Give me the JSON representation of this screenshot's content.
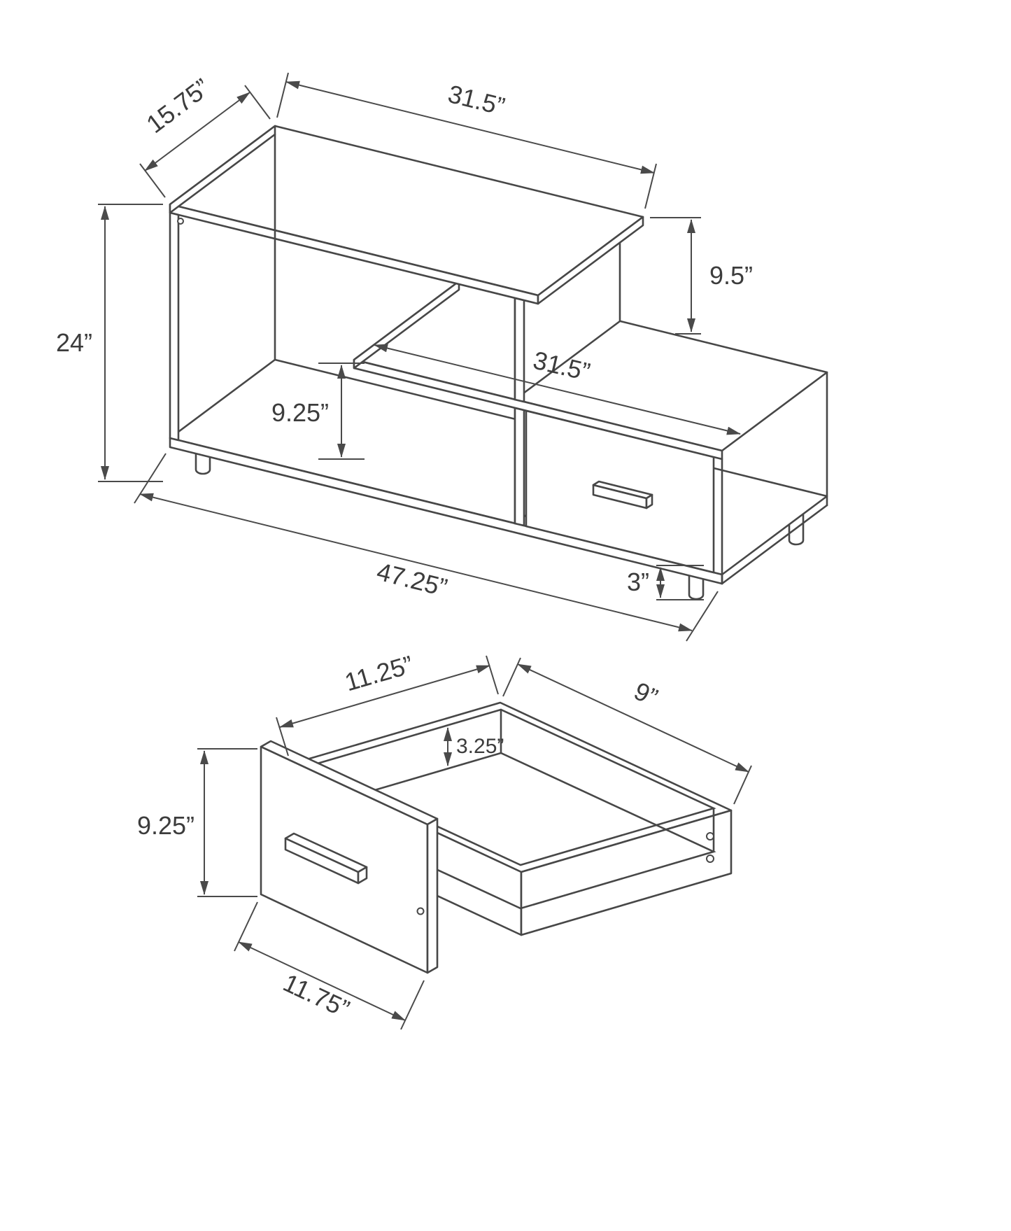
{
  "stand": {
    "depth": "15.75”",
    "top_width": "31.5”",
    "height": "24”",
    "upper_opening": "9.5”",
    "lower_opening": "9.25”",
    "shelf_width": "31.5”",
    "overall_width": "47.25”",
    "leg_height": "3”"
  },
  "drawer": {
    "top_left_edge": "11.25”",
    "top_right_edge": "9”",
    "inner_height": "3.25”",
    "front_height": "9.25”",
    "front_width": "11.75”"
  }
}
